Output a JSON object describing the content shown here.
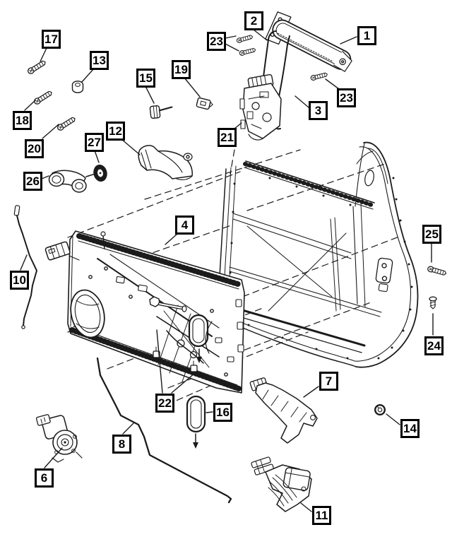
{
  "diagram": {
    "kind": "exploded-parts-diagram",
    "background_color": "#ffffff",
    "line_color": "#1b1b1b",
    "callout_style": {
      "fill": "#ffffff",
      "border": "#000000",
      "text": "#000000"
    },
    "callouts": [
      {
        "label": "17"
      },
      {
        "label": "13"
      },
      {
        "label": "23"
      },
      {
        "label": "2"
      },
      {
        "label": "1"
      },
      {
        "label": "15"
      },
      {
        "label": "19"
      },
      {
        "label": "23"
      },
      {
        "label": "3"
      },
      {
        "label": "18"
      },
      {
        "label": "21"
      },
      {
        "label": "20"
      },
      {
        "label": "12"
      },
      {
        "label": "27"
      },
      {
        "label": "26"
      },
      {
        "label": "4"
      },
      {
        "label": "10"
      },
      {
        "label": "25"
      },
      {
        "label": "24"
      },
      {
        "label": "7"
      },
      {
        "label": "14"
      },
      {
        "label": "22"
      },
      {
        "label": "16"
      },
      {
        "label": "8"
      },
      {
        "label": "6"
      },
      {
        "label": "11"
      }
    ]
  }
}
